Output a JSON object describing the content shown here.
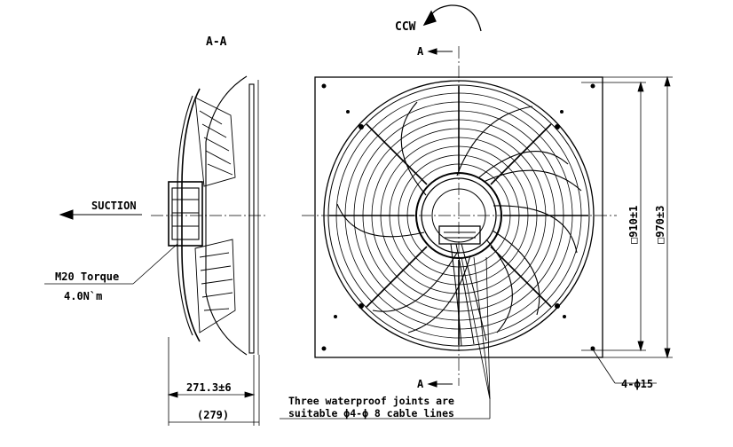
{
  "labels": {
    "section_title": "A-A",
    "rotation": "CCW",
    "section_mark_top": "A",
    "section_mark_bottom": "A",
    "suction": "SUCTION",
    "torque_line1": "M20 Torque",
    "torque_line2": "4.0N`m",
    "depth_dim": "271.3±6",
    "depth_ref": "(279)",
    "inner_square": "□910±1",
    "outer_square": "□970±3",
    "holes": "4-ϕ15",
    "note_line1": "Three waterproof joints are",
    "note_line2": "suitable ϕ4-ϕ 8 cable lines"
  }
}
